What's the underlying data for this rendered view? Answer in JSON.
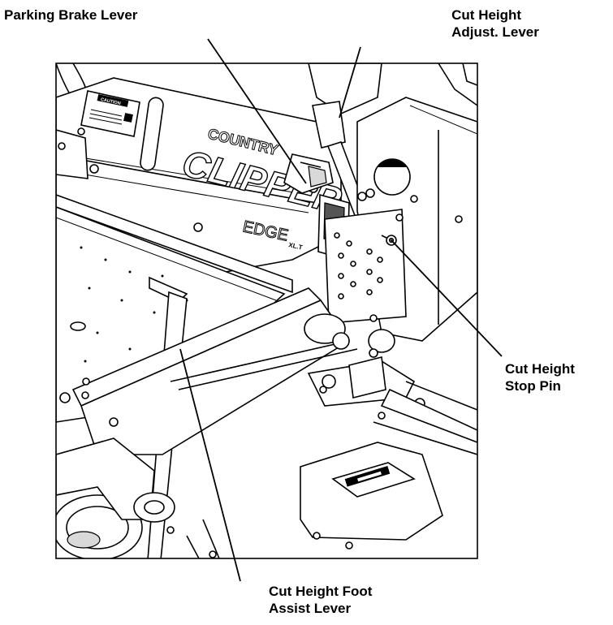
{
  "labels": {
    "parking_brake_lever": "Parking Brake Lever",
    "cut_height_adjust_lever": [
      "Cut Height",
      "Adjust. Lever"
    ],
    "cut_height_stop_pin": [
      "Cut Height",
      "Stop Pin"
    ],
    "cut_height_foot_assist_lever": [
      "Cut Height Foot",
      "Assist Lever"
    ]
  },
  "decal_text": {
    "brand_top": "COUNTRY",
    "brand_main": "CLIPPER",
    "model": "EDGE",
    "model_suffix": "XL.T",
    "caution": "CAUTION"
  }
}
